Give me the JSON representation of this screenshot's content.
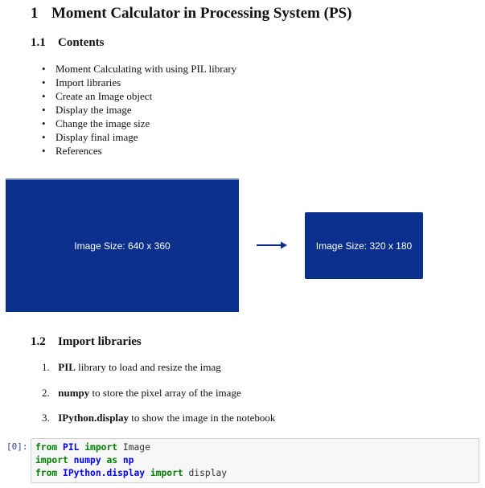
{
  "section1": {
    "number": "1",
    "title": "Moment Calculator in Processing System (PS)"
  },
  "section1_1": {
    "number": "1.1",
    "title": "Contents"
  },
  "contents": [
    "Moment Calculating with using PIL library",
    "Import libraries",
    "Create an Image object",
    "Display the image",
    "Change the image size",
    "Display final image",
    "References"
  ],
  "figure": {
    "original_label": "Image Size: 640 x 360",
    "resized_label": "Image Size: 320 x 180",
    "arrow_icon": "arrow-right-icon",
    "box_color": "#0a2f8c"
  },
  "section1_2": {
    "number": "1.2",
    "title": "Import libraries"
  },
  "imports": [
    {
      "index": "1.",
      "name": "PIL",
      "desc": " library to load and resize the imag"
    },
    {
      "index": "2.",
      "name": "numpy",
      "desc": " to store the pixel array of the image"
    },
    {
      "index": "3.",
      "name": "IPython.display",
      "desc": " to show the image in the notebook"
    }
  ],
  "code_cell": {
    "prompt": "[0]:",
    "lines": [
      [
        {
          "t": "from",
          "c": "kw"
        },
        {
          "t": " ",
          "c": ""
        },
        {
          "t": "PIL",
          "c": "mod"
        },
        {
          "t": " ",
          "c": ""
        },
        {
          "t": "import",
          "c": "kw"
        },
        {
          "t": " Image",
          "c": "nm"
        }
      ],
      [
        {
          "t": "import",
          "c": "kw"
        },
        {
          "t": " ",
          "c": ""
        },
        {
          "t": "numpy",
          "c": "mod"
        },
        {
          "t": " ",
          "c": ""
        },
        {
          "t": "as",
          "c": "kw"
        },
        {
          "t": " ",
          "c": ""
        },
        {
          "t": "np",
          "c": "mod"
        }
      ],
      [
        {
          "t": "from",
          "c": "kw"
        },
        {
          "t": " ",
          "c": ""
        },
        {
          "t": "IPython.display",
          "c": "mod"
        },
        {
          "t": " ",
          "c": ""
        },
        {
          "t": "import",
          "c": "kw"
        },
        {
          "t": " display",
          "c": "nm"
        }
      ]
    ]
  }
}
